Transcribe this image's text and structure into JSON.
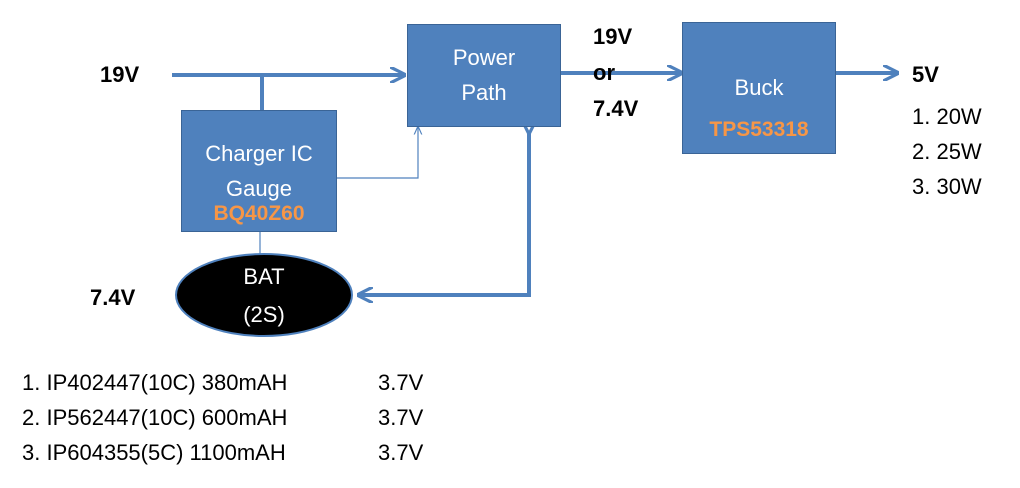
{
  "inputs": {
    "vin": "19V",
    "vbat": "7.4V"
  },
  "blocks": {
    "power_path": {
      "line1": "Power",
      "line2": "Path"
    },
    "charger": {
      "line1": "Charger IC",
      "line2": "Gauge",
      "part": "BQ40Z60"
    },
    "buck": {
      "label": "Buck",
      "part": "TPS53318"
    },
    "battery": {
      "line1": "BAT",
      "line2": "(2S)"
    }
  },
  "intermediate": {
    "line1": "19V",
    "line2": "or",
    "line3": "7.4V"
  },
  "output": {
    "voltage": "5V",
    "options": [
      "1. 20W",
      "2. 25W",
      "3. 30W"
    ]
  },
  "cells": [
    {
      "model": "1. IP402447(10C) 380mAH",
      "voltage": "3.7V"
    },
    {
      "model": "2. IP562447(10C) 600mAH",
      "voltage": "3.7V"
    },
    {
      "model": "3. IP604355(5C) 1100mAH",
      "voltage": "3.7V"
    }
  ],
  "colors": {
    "block_fill": "#4f81bd",
    "line": "#4f81bd",
    "part_label": "#f79646",
    "battery_fill": "#000000"
  }
}
